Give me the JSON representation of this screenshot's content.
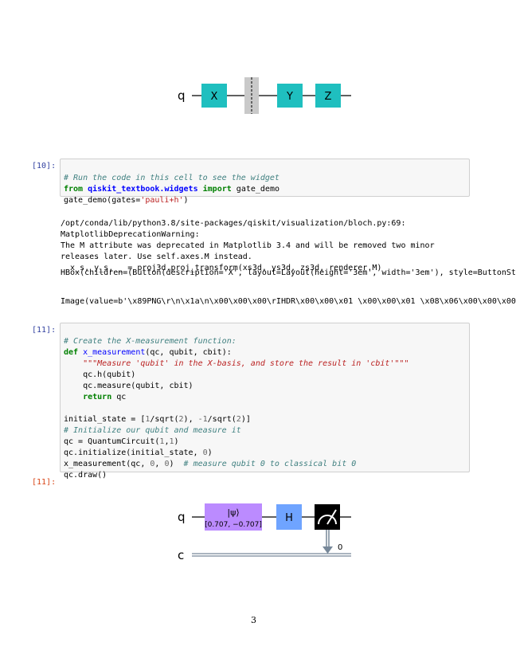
{
  "circuit1": {
    "qubit_label": "q",
    "gates": [
      "X",
      "Y",
      "Z"
    ]
  },
  "cell10": {
    "prompt_in": "[10]:",
    "line1_comment": "# Run the code in this cell to see the widget",
    "line2_from": "from",
    "line2_module": "qiskit_textbook.widgets",
    "line2_import": "import",
    "line2_name": "gate_demo",
    "line3_call": "gate_demo(gates=",
    "line3_str": "'pauli+h'",
    "line3_end": ")"
  },
  "output10": {
    "warning_lines": [
      "/opt/conda/lib/python3.8/site-packages/qiskit/visualization/bloch.py:69:",
      "MatplotlibDeprecationWarning:",
      "The M attribute was deprecated in Matplotlib 3.4 and will be removed two minor",
      "releases later. Use self.axes.M instead.",
      "  x_s, y_s, _ = proj3d.proj_transform(xs3d, ys3d, zs3d, renderer.M)"
    ],
    "hbox_line": "HBox(children=(Button(description='X', layout=Layout(height='3em', width='3em'), style=ButtonSt",
    "image_line": "Image(value=b'\\x89PNG\\r\\n\\x1a\\n\\x00\\x00\\x00\\rIHDR\\x00\\x00\\x01 \\x00\\x00\\x01 \\x08\\x06\\x00\\x00\\x00"
  },
  "cell11": {
    "prompt_in": "[11]:",
    "prompt_out": "[11]:",
    "l1": "# Create the X-measurement function:",
    "l2_def": "def",
    "l2_fn": "x_measurement",
    "l2_rest": "(qc, qubit, cbit):",
    "l3_doc": "    \"\"\"Measure 'qubit' in the X-basis, and store the result in 'cbit'\"\"\"",
    "l4": "    qc.h(qubit)",
    "l5": "    qc.measure(qubit, cbit)",
    "l6_ret": "return",
    "l6_rest": " qc",
    "l8_a": "initial_state = [",
    "l8_b": "1",
    "l8_c": "/sqrt(",
    "l8_d": "2",
    "l8_e": "), ",
    "l8_f": "-1",
    "l8_g": "/sqrt(",
    "l8_h": "2",
    "l8_i": ")]",
    "l9": "# Initialize our qubit and measure it",
    "l10_a": "qc = QuantumCircuit(",
    "l10_b": "1",
    "l10_c": ",",
    "l10_d": "1",
    "l10_e": ")",
    "l11_a": "qc.initialize(initial_state, ",
    "l11_b": "0",
    "l11_c": ")",
    "l12_a": "x_measurement(qc, ",
    "l12_b": "0",
    "l12_c": ", ",
    "l12_d": "0",
    "l12_e": ")  ",
    "l12_cm": "# measure qubit 0 to classical bit 0",
    "l13": "qc.draw()"
  },
  "circuit2": {
    "qubit_label": "q",
    "classical_label": "c",
    "init_gate_top": "|ψ⟩",
    "init_gate_bottom": "[0.707, −0.707]",
    "h_gate": "H",
    "bit_index": "0"
  },
  "page_number": "3",
  "colors": {
    "pauli_gate": "#1fbfbf",
    "h_gate": "#6fa4ff",
    "init_gate": "#bb8bff",
    "measure_gate": "#000000",
    "barrier": "#bdbdbd"
  }
}
